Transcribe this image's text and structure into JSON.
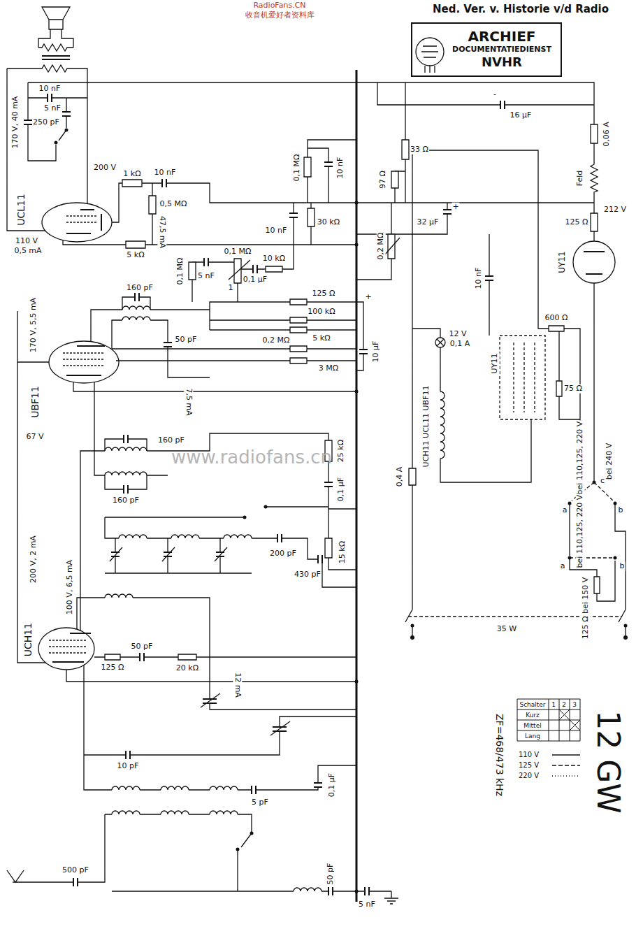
{
  "diagram": {
    "nodes": [
      {
        "text": [
          "ARCHIEF",
          "DOCUMENTATIEDIENST",
          "NVHR"
        ]
      }
    ],
    "labels": [
      "RadioFans.CN",
      "收音机爱好者资料库",
      "Ned. Ver. v. Historie v/d Radio",
      "www.radiofans.cn",
      "170 V, 40 mA",
      "10 nF",
      "250 pF",
      "5 nF",
      "200 V",
      "1 kΩ",
      "10 nF",
      "0,5 MΩ",
      "UCL11",
      "110 V",
      "0,5 mA",
      "47,5 mA",
      "5 kΩ",
      "0,1 MΩ",
      "10 nF",
      "10 nF",
      "30 kΩ",
      "97 Ω",
      "33 Ω",
      "0,2 MΩ",
      "16 μF",
      "-",
      "0,06 A",
      "Feld",
      "212 V",
      "32 μF",
      "+",
      "125 Ω",
      "UY11",
      "10 nF",
      "UY11",
      "600 Ω",
      "75 Ω",
      "12 V",
      "0,1 A",
      "UCH11 UCL11 UBF11",
      "bei 110,125, 220 V",
      "bei 240 V",
      "a",
      "c",
      "b",
      "bei 110,125, 220 V",
      "a",
      "b",
      "125 Ω bei 150 V",
      "0,4 A",
      "35 W",
      "0,1 MΩ",
      "5 nF",
      "0,1 MΩ",
      "0,1 μF",
      "10 kΩ",
      "1",
      "125 Ω",
      "+",
      "100 kΩ",
      "5 kΩ",
      "10 μF",
      "0,2 MΩ",
      "3 MΩ",
      "160 pF",
      "50 pF",
      "170 V, 5,5 mA",
      "UBF11",
      "7,5 mA",
      "67 V",
      "160 pF",
      "160 pF",
      "25 kΩ",
      "0,1 μF",
      "200 V, 2 mA",
      "100 V, 6,5 mA",
      "200 pF",
      "430 pF",
      "15 kΩ",
      "UCH11",
      "50 pF",
      "125 Ω",
      "20 kΩ",
      "12 mA",
      "10 pF",
      "5 pF",
      "0,1 μF",
      "500 pF",
      "50 pF",
      "5 nF",
      "ZF=468/473 kHz",
      "Schalter",
      "1",
      "2",
      "3",
      "Kurz",
      "Mittel",
      "Lang",
      "12 GW"
    ],
    "legend": [
      {
        "text": "110 V"
      },
      {
        "text": "125 V"
      },
      {
        "text": "220 V"
      }
    ]
  }
}
